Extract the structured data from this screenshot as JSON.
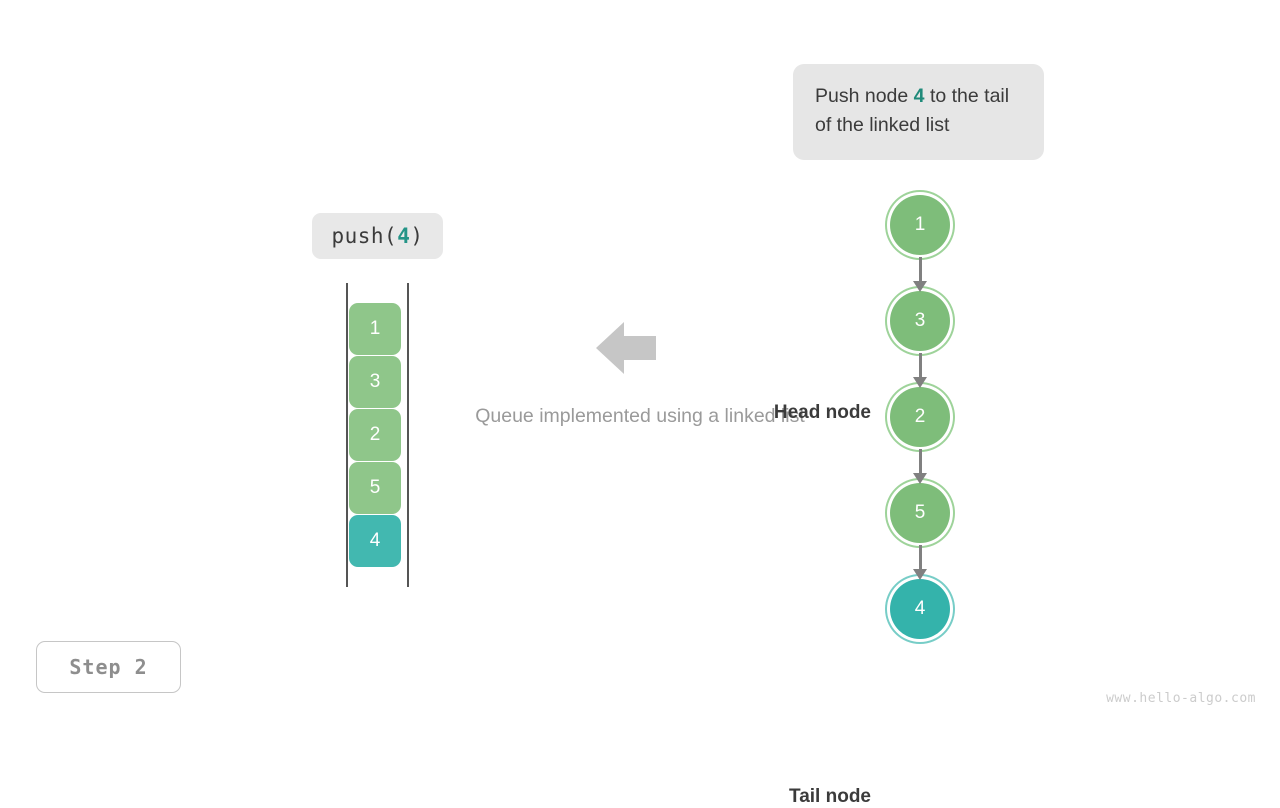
{
  "callout": {
    "text_before": "Push node ",
    "highlight": "4",
    "text_after": " to the tail of the linked list"
  },
  "operation_label": {
    "prefix": "push(",
    "argument": "4",
    "suffix": ")"
  },
  "queue": {
    "items": [
      {
        "value": "1",
        "color": "#8fc68a",
        "state": "existing"
      },
      {
        "value": "3",
        "color": "#8fc68a",
        "state": "existing"
      },
      {
        "value": "2",
        "color": "#8fc68a",
        "state": "existing"
      },
      {
        "value": "5",
        "color": "#8fc68a",
        "state": "existing"
      },
      {
        "value": "4",
        "color": "#42b8b0",
        "state": "new"
      }
    ]
  },
  "flow_arrow": {
    "direction": "left",
    "icon": "arrow-left-icon",
    "color": "#c6c6c6"
  },
  "caption": "Queue implemented using a linked list",
  "linked_list": {
    "head_label": "Head node",
    "tail_label": "Tail node",
    "nodes": [
      {
        "value": "1",
        "color": "#7ebd7a",
        "ring": "#9ed39a",
        "role": "head"
      },
      {
        "value": "3",
        "color": "#7ebd7a",
        "ring": "#9ed39a",
        "role": "middle"
      },
      {
        "value": "2",
        "color": "#7ebd7a",
        "ring": "#9ed39a",
        "role": "middle"
      },
      {
        "value": "5",
        "color": "#7ebd7a",
        "ring": "#9ed39a",
        "role": "middle"
      },
      {
        "value": "4",
        "color": "#34b3ab",
        "ring": "#77cdc7",
        "role": "tail"
      }
    ]
  },
  "step_badge": "Step 2",
  "watermark": "www.hello-algo.com",
  "colors": {
    "background": "#ffffff",
    "accent_green": "#8fc68a",
    "accent_teal": "#42b8b0",
    "callout_bg": "#e6e6e6",
    "text_dark": "#3b3b3b",
    "text_muted": "#9a9a9a",
    "arrow_gray": "#808080"
  }
}
